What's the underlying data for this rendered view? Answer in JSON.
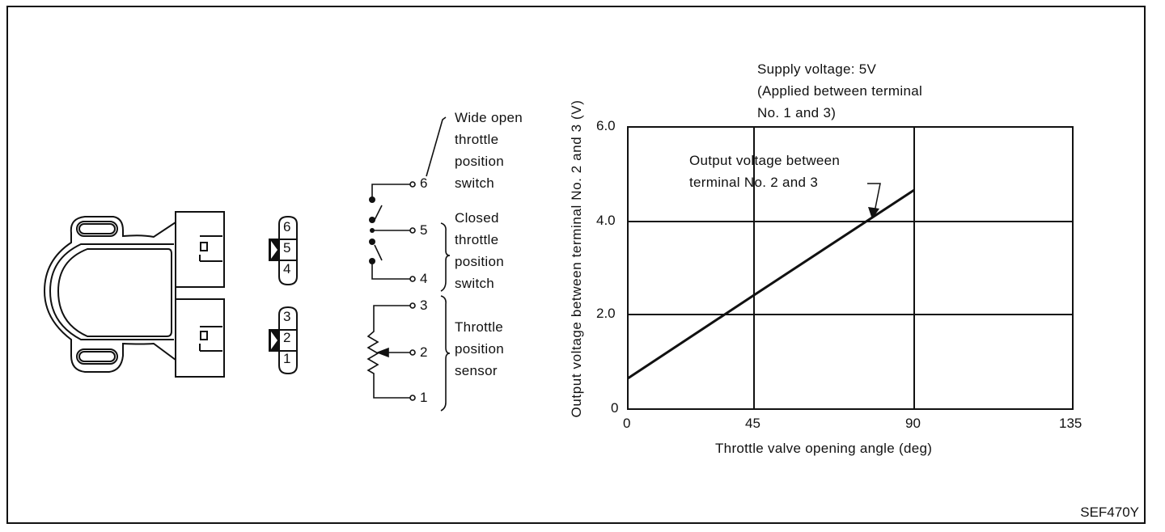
{
  "figure_code": "SEF470Y",
  "connector": {
    "upper_pins": [
      "6",
      "5",
      "4"
    ],
    "lower_pins": [
      "3",
      "2",
      "1"
    ]
  },
  "circuit": {
    "terminals": [
      "6",
      "5",
      "4",
      "3",
      "2",
      "1"
    ],
    "labels": {
      "wide_open": "Wide open\nthrottle\nposition\nswitch",
      "closed": "Closed\nthrottle\nposition\nswitch",
      "sensor": "Throttle\nposition\nsensor"
    }
  },
  "chart": {
    "note": "Supply voltage: 5V\n(Applied between terminal\nNo. 1 and 3)",
    "annotation": "Output voltage between\nterminal No. 2 and 3",
    "ylabel": "Output voltage between terminal No. 2 and 3 (V)",
    "xlabel": "Throttle valve opening angle (deg)",
    "xticks": [
      "0",
      "45",
      "90",
      "135"
    ],
    "yticks": [
      "0",
      "2.0",
      "4.0",
      "6.0"
    ]
  },
  "chart_data": {
    "type": "line",
    "title": "Supply voltage: 5V (Applied between terminal No. 1 and 3)",
    "xlabel": "Throttle valve opening angle (deg)",
    "ylabel": "Output voltage between terminal No. 2 and 3 (V)",
    "xlim": [
      0,
      135
    ],
    "ylim": [
      0,
      6.0
    ],
    "grid": true,
    "xticks": [
      0,
      45,
      90,
      135
    ],
    "yticks": [
      0,
      2.0,
      4.0,
      6.0
    ],
    "series": [
      {
        "name": "Output voltage between terminal No. 2 and 3",
        "x": [
          0,
          45,
          90
        ],
        "y": [
          0.65,
          2.45,
          4.65
        ]
      }
    ]
  }
}
